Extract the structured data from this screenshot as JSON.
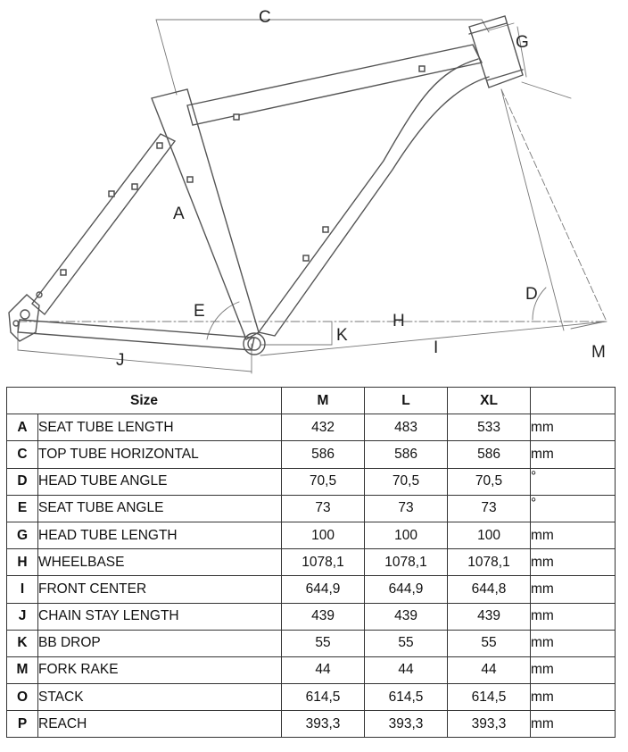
{
  "diagram": {
    "labels": {
      "A": "A",
      "C": "C",
      "D": "D",
      "E": "E",
      "G": "G",
      "H": "H",
      "I": "I",
      "J": "J",
      "K": "K",
      "M": "M"
    }
  },
  "table": {
    "header": {
      "size": "Size",
      "sizes": [
        "M",
        "L",
        "XL"
      ]
    },
    "rows": [
      {
        "code": "A",
        "name": "SEAT TUBE LENGTH",
        "values": [
          "432",
          "483",
          "533"
        ],
        "unit": "mm"
      },
      {
        "code": "C",
        "name": "TOP TUBE HORIZONTAL",
        "values": [
          "586",
          "586",
          "586"
        ],
        "unit": "mm"
      },
      {
        "code": "D",
        "name": "HEAD TUBE ANGLE",
        "values": [
          "70,5",
          "70,5",
          "70,5"
        ],
        "unit": "°"
      },
      {
        "code": "E",
        "name": "SEAT TUBE ANGLE",
        "values": [
          "73",
          "73",
          "73"
        ],
        "unit": "°"
      },
      {
        "code": "G",
        "name": "HEAD TUBE LENGTH",
        "values": [
          "100",
          "100",
          "100"
        ],
        "unit": "mm"
      },
      {
        "code": "H",
        "name": "WHEELBASE",
        "values": [
          "1078,1",
          "1078,1",
          "1078,1"
        ],
        "unit": "mm"
      },
      {
        "code": "I",
        "name": "FRONT CENTER",
        "values": [
          "644,9",
          "644,9",
          "644,8"
        ],
        "unit": "mm"
      },
      {
        "code": "J",
        "name": "CHAIN STAY LENGTH",
        "values": [
          "439",
          "439",
          "439"
        ],
        "unit": "mm"
      },
      {
        "code": "K",
        "name": "BB DROP",
        "values": [
          "55",
          "55",
          "55"
        ],
        "unit": "mm"
      },
      {
        "code": "M",
        "name": "FORK RAKE",
        "values": [
          "44",
          "44",
          "44"
        ],
        "unit": "mm"
      },
      {
        "code": "O",
        "name": "STACK",
        "values": [
          "614,5",
          "614,5",
          "614,5"
        ],
        "unit": "mm"
      },
      {
        "code": "P",
        "name": "REACH",
        "values": [
          "393,3",
          "393,3",
          "393,3"
        ],
        "unit": "mm"
      }
    ]
  }
}
